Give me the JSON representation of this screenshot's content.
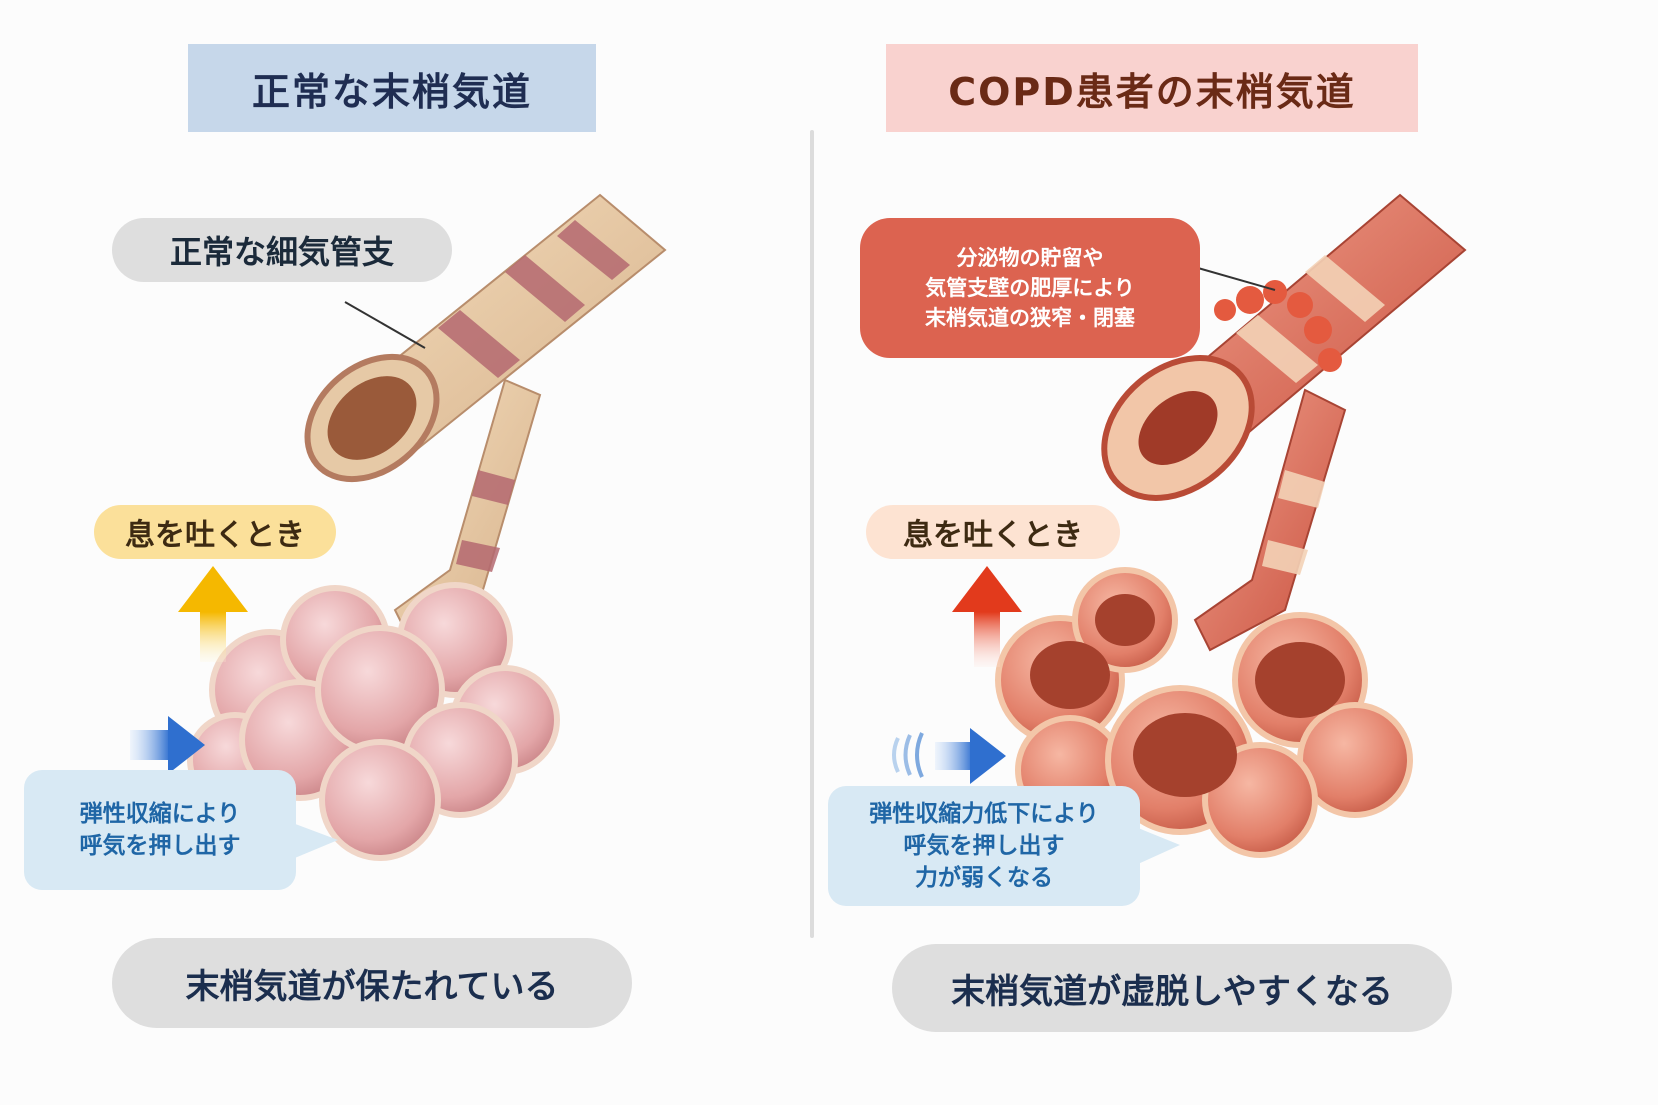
{
  "left": {
    "title": "正常な末梢気道",
    "bronchus_label": "正常な細気管支",
    "exhale_label": "息を吐くとき",
    "info_lines": [
      "弾性収縮により",
      "呼気を押し出す"
    ],
    "bottom_label": "末梢気道が保たれている"
  },
  "right": {
    "title": "COPD患者の末梢気道",
    "callout_lines": [
      "分泌物の貯留や",
      "気管支壁の肥厚により",
      "末梢気道の狭窄・閉塞"
    ],
    "exhale_label": "息を吐くとき",
    "info_lines": [
      "弾性収縮力低下により",
      "呼気を押し出す",
      "力が弱くなる"
    ],
    "bottom_label": "末梢気道が虚脱しやすくなる"
  },
  "colors": {
    "title_left_bg": "#c6d7ea",
    "title_right_bg": "#f9d2cf",
    "callout_bg": "#dc6350",
    "arrow_left_up": "#f5b800",
    "arrow_right_up": "#e23a1c",
    "arrow_blue": "#2f6fcf"
  }
}
